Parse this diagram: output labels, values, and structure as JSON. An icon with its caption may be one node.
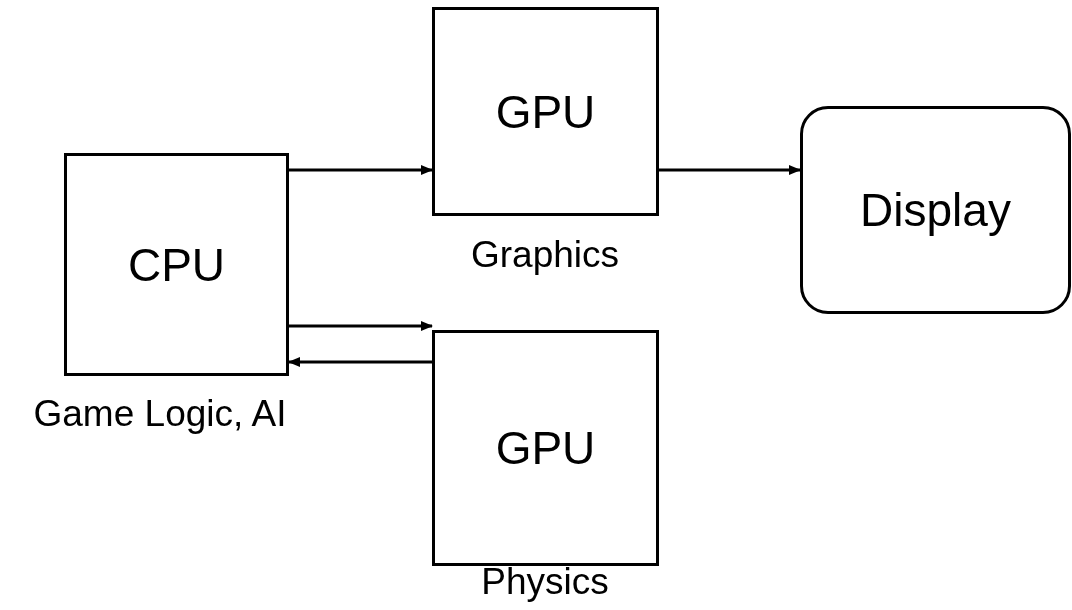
{
  "diagram": {
    "nodes": [
      {
        "text": [
          "CPU"
        ],
        "beside": [
          "Game Logic, AI"
        ]
      },
      {
        "text": [
          "GPU"
        ],
        "beside": [
          "Graphics"
        ]
      },
      {
        "text": [
          "Display"
        ]
      },
      {
        "text": [
          "GPU"
        ],
        "beside": [
          "Physics"
        ]
      }
    ],
    "edges": [
      {
        "from": 0,
        "to": 1,
        "arrow": "to"
      },
      {
        "from": 1,
        "to": 2,
        "arrow": "to"
      },
      {
        "from": 0,
        "to": 3,
        "arrow": "to"
      },
      {
        "from": 3,
        "to": 0,
        "arrow": "to"
      }
    ]
  }
}
